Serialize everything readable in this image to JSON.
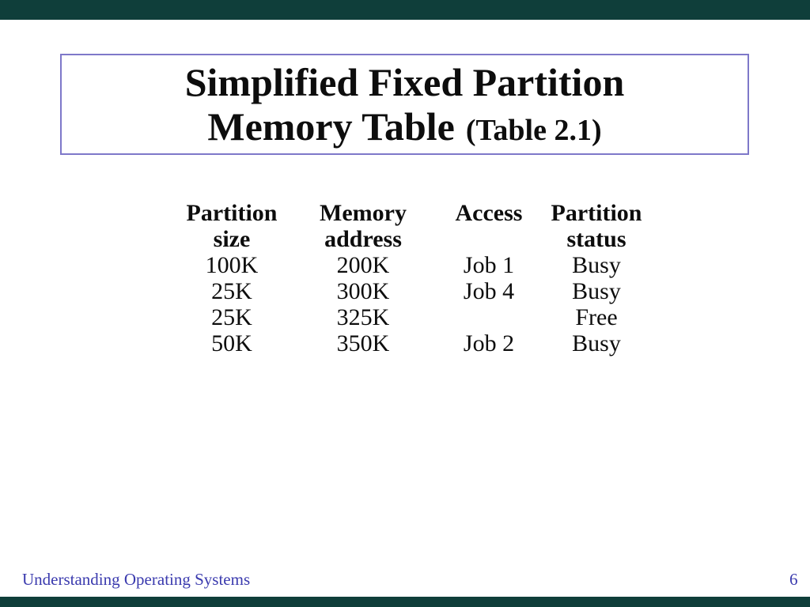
{
  "title": {
    "line1": "Simplified Fixed Partition",
    "line2_main": "Memory Table",
    "line2_note": "(Table 2.1)"
  },
  "table": {
    "columns": [
      {
        "line1": "Partition",
        "line2": "size"
      },
      {
        "line1": "Memory",
        "line2": "address"
      },
      {
        "line1": "Access",
        "line2": ""
      },
      {
        "line1": "Partition",
        "line2": "status"
      }
    ],
    "rows": [
      [
        "100K",
        "200K",
        "Job 1",
        "Busy"
      ],
      [
        "25K",
        "300K",
        "Job 4",
        "Busy"
      ],
      [
        "25K",
        "325K",
        "",
        "Free"
      ],
      [
        "50K",
        "350K",
        "Job 2",
        "Busy"
      ]
    ]
  },
  "footer": {
    "book_title": "Understanding Operating Systems",
    "slide_number": "6"
  },
  "colors": {
    "frame_teal": "#0f3e3a",
    "title_box_border": "#7e78c9",
    "footer_blue": "#3a3aae",
    "text_black": "#0d0d0d"
  }
}
